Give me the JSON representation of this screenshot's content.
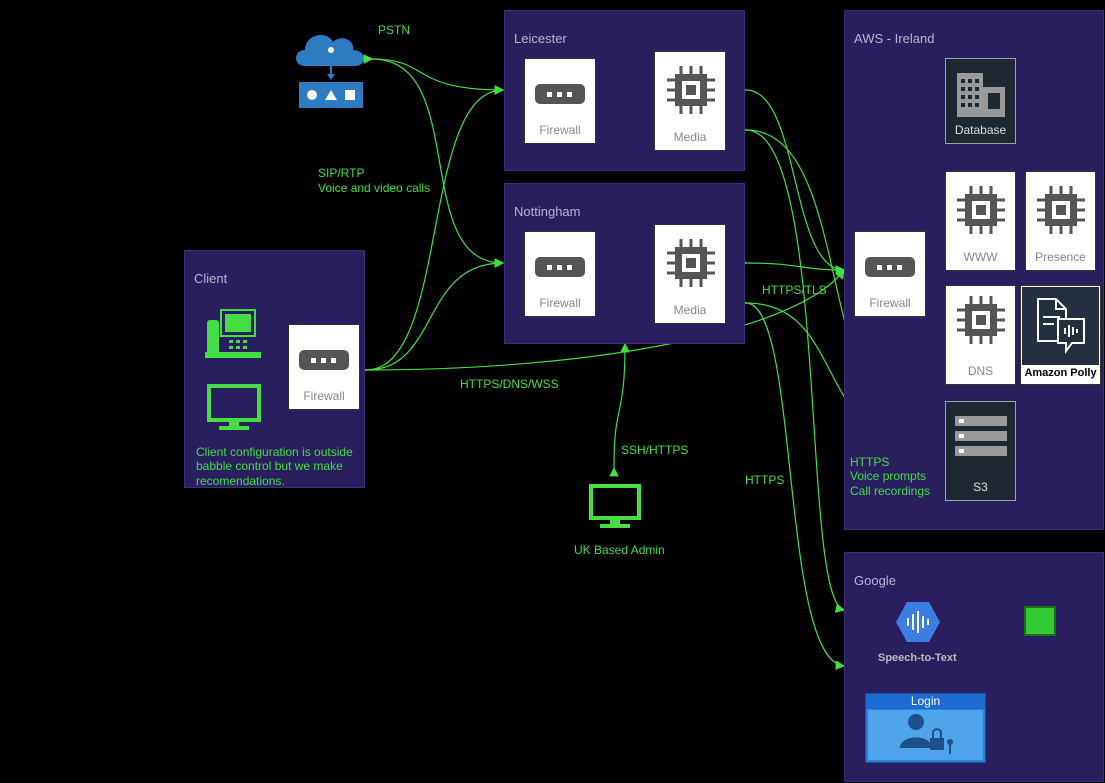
{
  "zones": {
    "leicester": "Leicester",
    "nottingham": "Nottingham",
    "aws": "AWS - Ireland",
    "client": "Client",
    "google": "Google"
  },
  "nodes": {
    "firewall": "Firewall",
    "media": "Media",
    "database": "Database",
    "www": "WWW",
    "presence": "Presence",
    "dns": "DNS",
    "polly": "Amazon Polly",
    "s3": "S3",
    "speech": "Speech-to-Text",
    "login": "Login",
    "admin": "UK Based Admin"
  },
  "labels": {
    "pstn": "PSTN",
    "sip_line1": "SIP/RTP",
    "sip_line2": "Voice and video calls",
    "https_tls": "HTTPS/TLS",
    "https_dns_wss": "HTTPS/DNS/WSS",
    "ssh_https": "SSH/HTTPS",
    "https": "HTTPS",
    "s3_line1": "HTTPS",
    "s3_line2": "Voice prompts",
    "s3_line3": "Call recordings",
    "client_note1": "Client configuration is outside",
    "client_note2": "babble control but we make",
    "client_note3": "recomendations."
  },
  "colors": {
    "zone_fill": "#2a1f5e",
    "link": "#44dd44",
    "cloud": "#2d7cc1"
  },
  "icons": [
    "cloud-phone-icon",
    "firewall-icon",
    "cpu-icon",
    "building-icon",
    "server-rack-icon",
    "desk-phone-icon",
    "monitor-icon",
    "speech-to-text-icon",
    "login-icon",
    "document-audio-icon"
  ]
}
